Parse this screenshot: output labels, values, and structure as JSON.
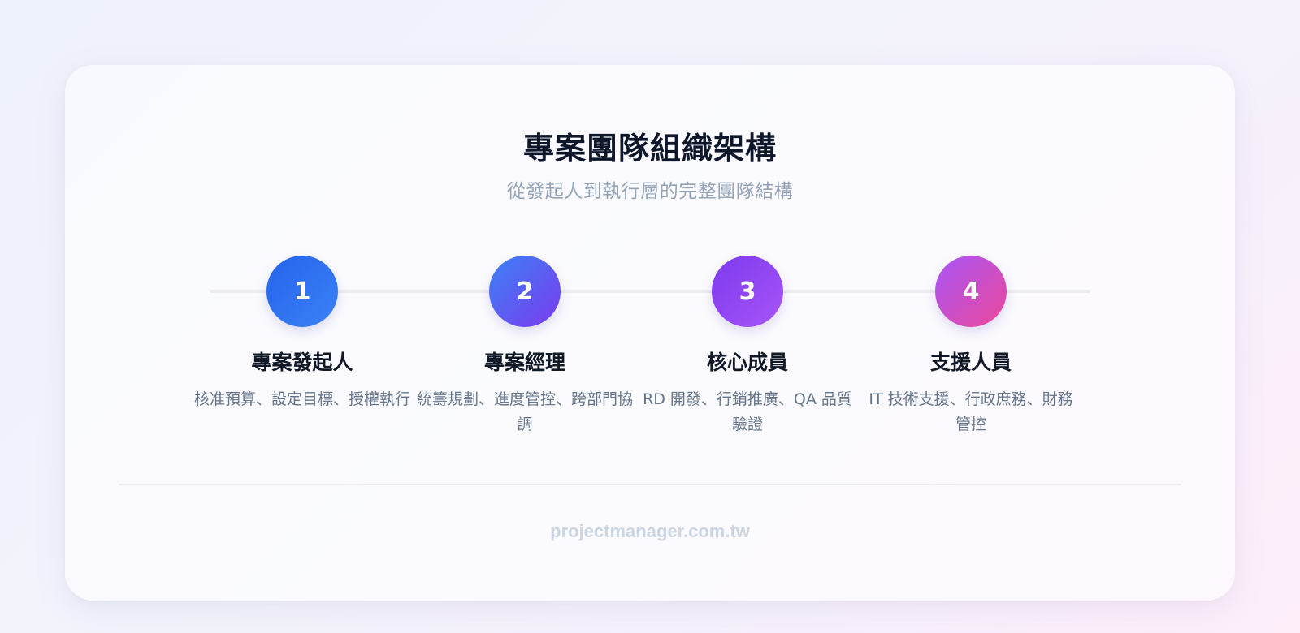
{
  "header": {
    "title": "專案團隊組織架構",
    "subtitle": "從發起人到執行層的完整團隊結構"
  },
  "steps": [
    {
      "number": "1",
      "title": "專案發起人",
      "description": "核准預算、設定目標、授權執行",
      "gradient": [
        "#2563eb",
        "#3b82f6"
      ]
    },
    {
      "number": "2",
      "title": "專案經理",
      "description": "統籌規劃、進度管控、跨部門協調",
      "gradient": [
        "#3b82f6",
        "#7c3aed"
      ]
    },
    {
      "number": "3",
      "title": "核心成員",
      "description": "RD 開發、行銷推廣、QA 品質驗證",
      "gradient": [
        "#7c3aed",
        "#a855f7"
      ]
    },
    {
      "number": "4",
      "title": "支援人員",
      "description": "IT 技術支援、行政庶務、財務管控",
      "gradient": [
        "#a855f7",
        "#ec4899"
      ]
    }
  ],
  "footer": {
    "text": "projectmanager.com.tw"
  }
}
